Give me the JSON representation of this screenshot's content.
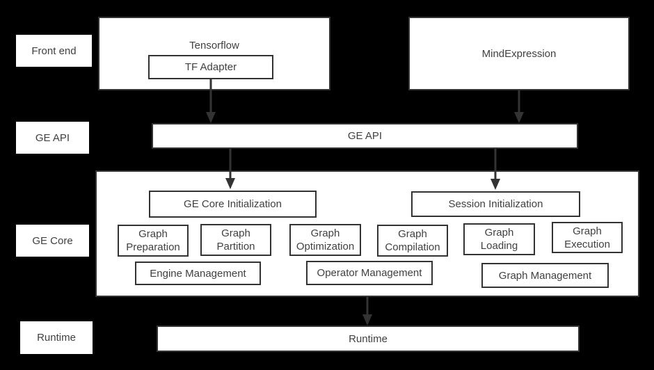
{
  "colors": {
    "background": "#000000",
    "box_fill": "#ffffff",
    "box_border": "#333333",
    "text": "#404040",
    "arrow": "#333333"
  },
  "rail": {
    "front_end": "Front end",
    "ge_api": "GE API",
    "ge_core": "GE Core",
    "runtime": "Runtime"
  },
  "front_end_layer": {
    "tensorflow": "Tensorflow",
    "tf_adapter": "TF Adapter",
    "mind_expression": "MindExpression"
  },
  "ge_api_layer": {
    "bar": "GE API"
  },
  "ge_core_layer": {
    "core_init": "GE Core Initialization",
    "session_init": "Session Initialization",
    "stages": [
      "Graph Preparation",
      "Graph Partition",
      "Graph Optimization",
      "Graph Compilation",
      "Graph Loading",
      "Graph Execution"
    ],
    "managers": [
      "Engine Management",
      "Operator Management",
      "Graph Management"
    ]
  },
  "runtime_layer": {
    "bar": "Runtime"
  }
}
